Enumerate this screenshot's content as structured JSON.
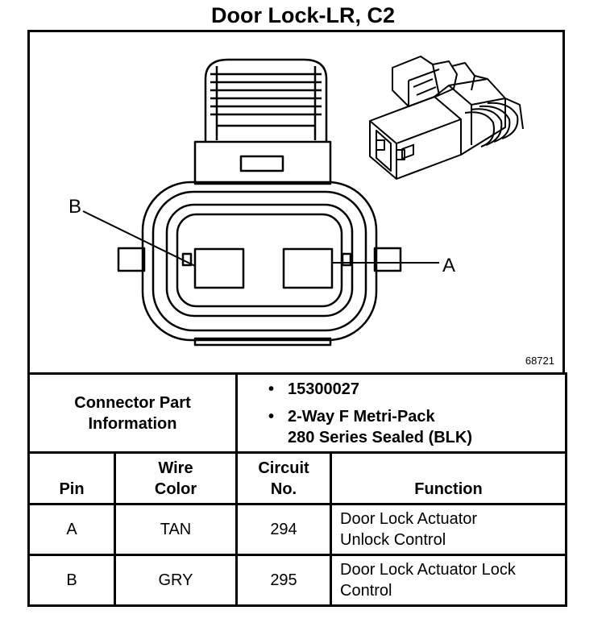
{
  "title": "Door Lock-LR, C2",
  "figure": {
    "pin_labels": {
      "b": "B",
      "a": "A"
    },
    "figure_id": "68721"
  },
  "connector_part_information": {
    "label_line1": "Connector Part",
    "label_line2": "Information",
    "items": [
      {
        "bullet": "•",
        "line1": "15300027",
        "line2": ""
      },
      {
        "bullet": "•",
        "line1": "2-Way F Metri-Pack",
        "line2": "280 Series Sealed (BLK)"
      }
    ]
  },
  "pin_table": {
    "headers": {
      "pin": "Pin",
      "wire_color_line1": "Wire",
      "wire_color_line2": "Color",
      "circuit_line1": "Circuit",
      "circuit_line2": "No.",
      "function": "Function"
    },
    "rows": [
      {
        "pin": "A",
        "wire_color": "TAN",
        "circuit": "294",
        "function_line1": "Door Lock Actuator",
        "function_line2": "Unlock Control"
      },
      {
        "pin": "B",
        "wire_color": "GRY",
        "circuit": "295",
        "function_line1": "Door Lock Actuator Lock",
        "function_line2": "Control"
      }
    ]
  }
}
